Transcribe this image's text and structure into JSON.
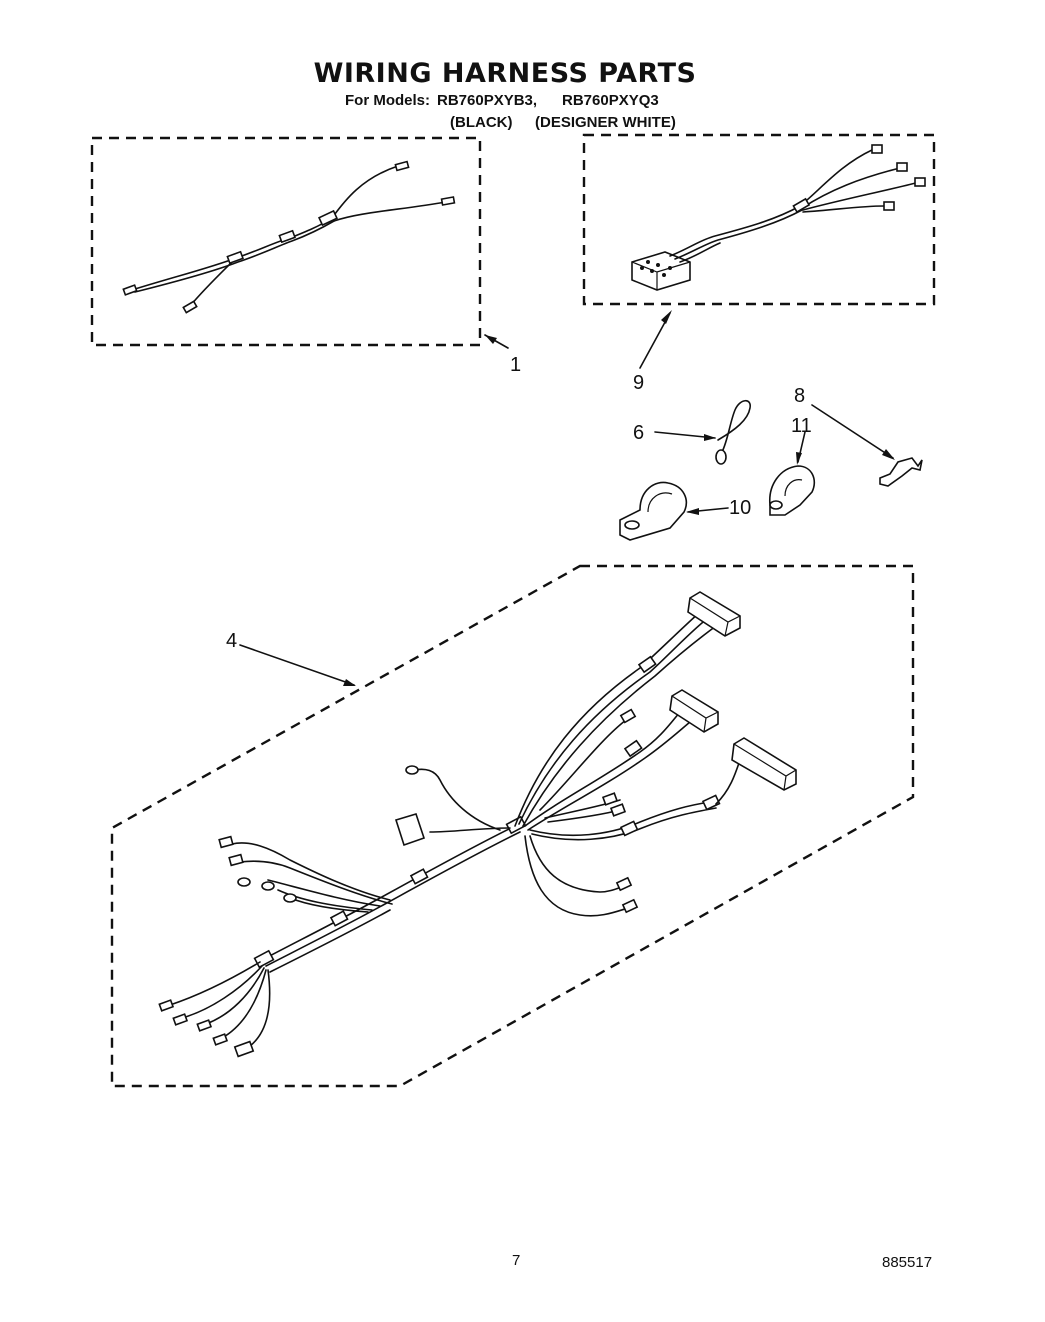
{
  "page": {
    "title": "WIRING HARNESS PARTS",
    "models_label": "For Models:",
    "models": [
      "RB760PXYB3,",
      "RB760PXYQ3"
    ],
    "colors": [
      "(BLACK)",
      "(DESIGNER WHITE)"
    ],
    "page_number": "7",
    "doc_number": "885517"
  },
  "callouts": {
    "c1": "1",
    "c4": "4",
    "c6": "6",
    "c8": "8",
    "c9": "9",
    "c10": "10",
    "c11": "11"
  }
}
